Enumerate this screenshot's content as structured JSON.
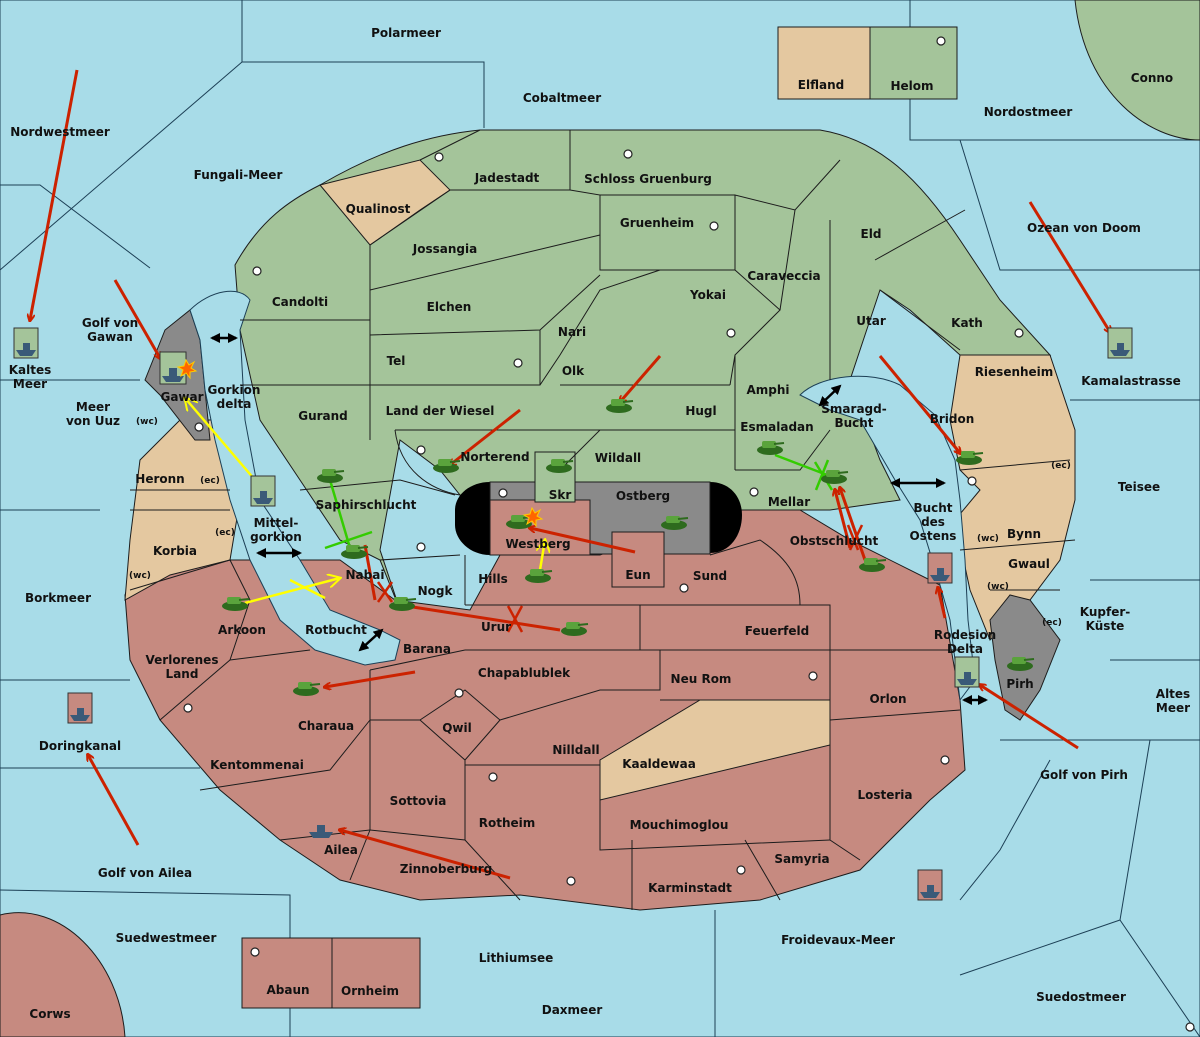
{
  "colors": {
    "sea": "#a8dce8",
    "green_land": "#a4c49a",
    "red_land": "#c68a80",
    "neutral_land": "#e4c8a0",
    "impassable": "#8a8a8a",
    "capital_hub": "#000000",
    "attack_arrow": "#cc2200",
    "support_arrow": "#ffff00",
    "hold_line": "#33cc00",
    "convoy_arrow": "#000000"
  },
  "seas": {
    "polarmeer": "Polarmeer",
    "cobaltmeer": "Cobaltmeer",
    "nordwestmeer": "Nordwestmeer",
    "fungali": "Fungali-Meer",
    "nordostmeer": "Nordostmeer",
    "conno": "Conno",
    "ozean": "Ozean von Doom",
    "kaltes": "Kaltes\nMeer",
    "gawan": "Golf von\nGawan",
    "uuz": "Meer\nvon Uuz",
    "kamalastrasse": "Kamalastrasse",
    "teisee": "Teisee",
    "borkmeer": "Borkmeer",
    "kupfer": "Kupfer-\nKüste",
    "altes": "Altes\nMeer",
    "doringkanal": "Doringkanal",
    "pirh_golf": "Golf von Pirh",
    "ailea_golf": "Golf von Ailea",
    "suedwestmeer": "Suedwestmeer",
    "lithiumsee": "Lithiumsee",
    "froidevaux": "Froidevaux-Meer",
    "suedostmeer": "Suedostmeer",
    "daxmeer": "Daxmeer",
    "corws": "Corws",
    "gorkion_delta": "Gorkion\ndelta",
    "mittelgorkion": "Mittel-\ngorkion",
    "rotbucht": "Rotbucht",
    "smaragd": "Smaragd-\nBucht",
    "bucht_ostens": "Bucht\ndes\nOstens",
    "rodesion": "Rodesion\nDelta"
  },
  "regions": {
    "elfland": "Elfland",
    "helom": "Helom",
    "jadestadt": "Jadestadt",
    "schloss": "Schloss Gruenburg",
    "qualinost": "Qualinost",
    "gruenheim": "Gruenheim",
    "eld": "Eld",
    "jossangia": "Jossangia",
    "caraveccia": "Caraveccia",
    "candolti": "Candolti",
    "elchen": "Elchen",
    "yokai": "Yokai",
    "utar": "Utar",
    "kath": "Kath",
    "nari": "Nari",
    "tel": "Tel",
    "olk": "Olk",
    "riesenheim": "Riesenheim",
    "gawar": "Gawar",
    "amphi": "Amphi",
    "gurand": "Gurand",
    "wiesel": "Land der Wiesel",
    "hugl": "Hugl",
    "bridon": "Bridon",
    "esmaladan": "Esmaladan",
    "heronn": "Heronn",
    "norterend": "Norterend",
    "wildall": "Wildall",
    "skr": "Skr",
    "ostberg": "Ostberg",
    "mellar": "Mellar",
    "saphir": "Saphirschlucht",
    "westberg": "Westberg",
    "bynn": "Bynn",
    "korbia": "Korbia",
    "obstschlucht": "Obstschlucht",
    "gwaul": "Gwaul",
    "nabai": "Nabai",
    "hills": "Hills",
    "eun": "Eun",
    "sund": "Sund",
    "nogk": "Nogk",
    "arkoon": "Arkoon",
    "urur": "Urur",
    "feuerfeld": "Feuerfeld",
    "barana": "Barana",
    "verlorenes": "Verlorenes\nLand",
    "chapablublek": "Chapablublek",
    "neurom": "Neu Rom",
    "orlon": "Orlon",
    "pirh": "Pirh",
    "charaua": "Charaua",
    "qwil": "Qwil",
    "nilldall": "Nilldall",
    "kaaldewaa": "Kaaldewaa",
    "kentommenai": "Kentommenai",
    "sottovia": "Sottovia",
    "rotheim": "Rotheim",
    "mouchimoglou": "Mouchimoglou",
    "losteria": "Losteria",
    "ailea": "Ailea",
    "zinnoberburg": "Zinnoberburg",
    "samyria": "Samyria",
    "karminstadt": "Karminstadt",
    "abaun": "Abaun",
    "ornheim": "Ornheim"
  },
  "coasts": {
    "wc": "(wc)",
    "ec": "(ec)"
  }
}
